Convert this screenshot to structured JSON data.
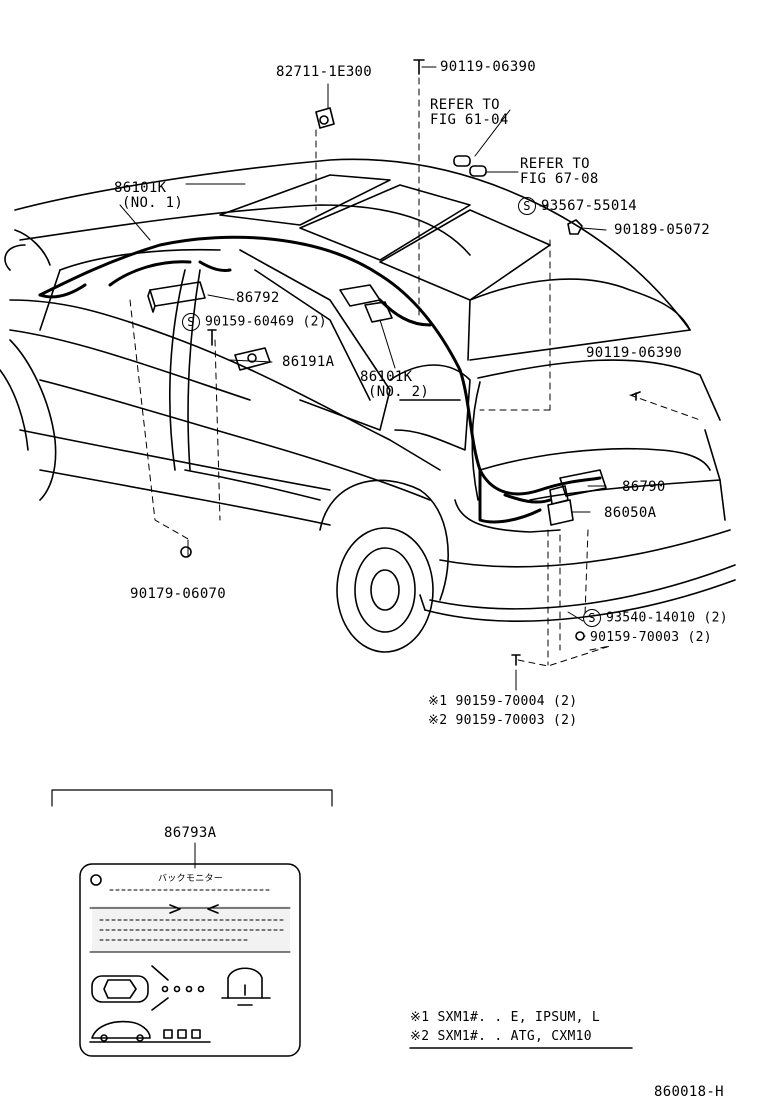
{
  "labels": {
    "p1": "82711-1E300",
    "p2": "90119-06390",
    "refer1a": "REFER TO",
    "refer1b": "FIG 61-04",
    "refer2a": "REFER TO",
    "refer2b": "FIG 67-08",
    "p3": "93567-55014",
    "p4": "90189-05072",
    "p5a": "86101K",
    "p5b": "(NO. 1)",
    "p6": "86792",
    "p7": "90159-60469 (2)",
    "p8": "86191A",
    "p9a": "86101K",
    "p9b": "(NO. 2)",
    "p10": "90119-06390",
    "p11": "86790",
    "p12": "86050A",
    "p13": "90179-06070",
    "p14": "93540-14010 (2)",
    "p15": "90159-70003 (2)",
    "p16": "※1  90159-70004 (2)",
    "p17": "※2  90159-70003 (2)",
    "p18": "86793A",
    "label_title": "バックモニター",
    "s_mark": "S",
    "note1": "※1  SXM1#. . E, IPSUM, L",
    "note2": "※2  SXM1#. . ATG, CXM10",
    "figno": "860018-H"
  }
}
